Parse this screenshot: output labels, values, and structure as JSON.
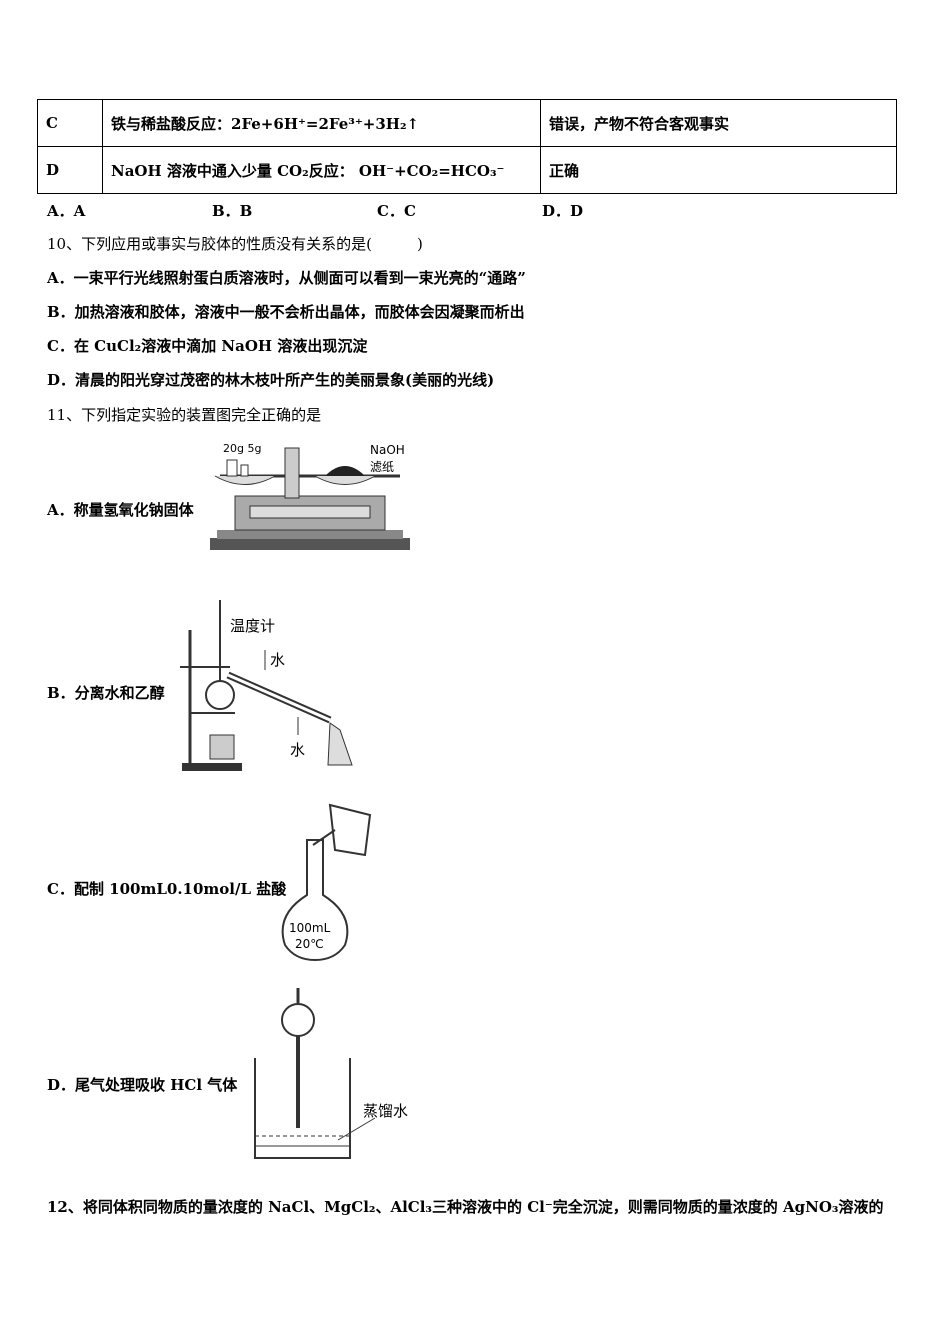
{
  "table": {
    "rows": [
      {
        "label": "C",
        "content": "铁与稀盐酸反应：2Fe+6H⁺=2Fe³⁺+3H₂↑",
        "judgement": "错误，产物不符合客观事实"
      },
      {
        "label": "D",
        "content": "NaOH 溶液中通入少量 CO₂反应： OH⁻+CO₂=HCO₃⁻",
        "judgement": "正确"
      }
    ]
  },
  "q9_options": [
    "A．A",
    "B．B",
    "C．C",
    "D．D"
  ],
  "q10": {
    "stem": "10、下列应用或事实与胶体的性质没有关系的是(　　　)",
    "options": [
      "A．一束平行光线照射蛋白质溶液时，从侧面可以看到一束光亮的“通路”",
      "B．加热溶液和胶体，溶液中一般不会析出晶体，而胶体会因凝聚而析出",
      "C．在 CuCl₂溶液中滴加 NaOH 溶液出现沉淀",
      "D．清晨的阳光穿过茂密的林木枝叶所产生的美丽景象(美丽的光线)"
    ]
  },
  "q11": {
    "stem": "11、下列指定实验的装置图完全正确的是",
    "options": [
      {
        "label": "A．称量氢氧化钠固体",
        "fig_text": [
          "20g 5g",
          "NaOH",
          "滤纸"
        ]
      },
      {
        "label": "B．分离水和乙醇",
        "fig_text": [
          "温度计",
          "水",
          "水"
        ]
      },
      {
        "label": "C．配制 100mL0.10mol/L 盐酸",
        "fig_text": [
          "100mL",
          "20℃"
        ]
      },
      {
        "label": "D．尾气处理吸收 HCl 气体",
        "fig_text": [
          "蒸馏水"
        ]
      }
    ]
  },
  "q12": {
    "stem": "12、将同体积同物质的量浓度的 NaCl、MgCl₂、AlCl₃三种溶液中的 Cl⁻完全沉淀，则需同物质的量浓度的 AgNO₃溶液的"
  }
}
